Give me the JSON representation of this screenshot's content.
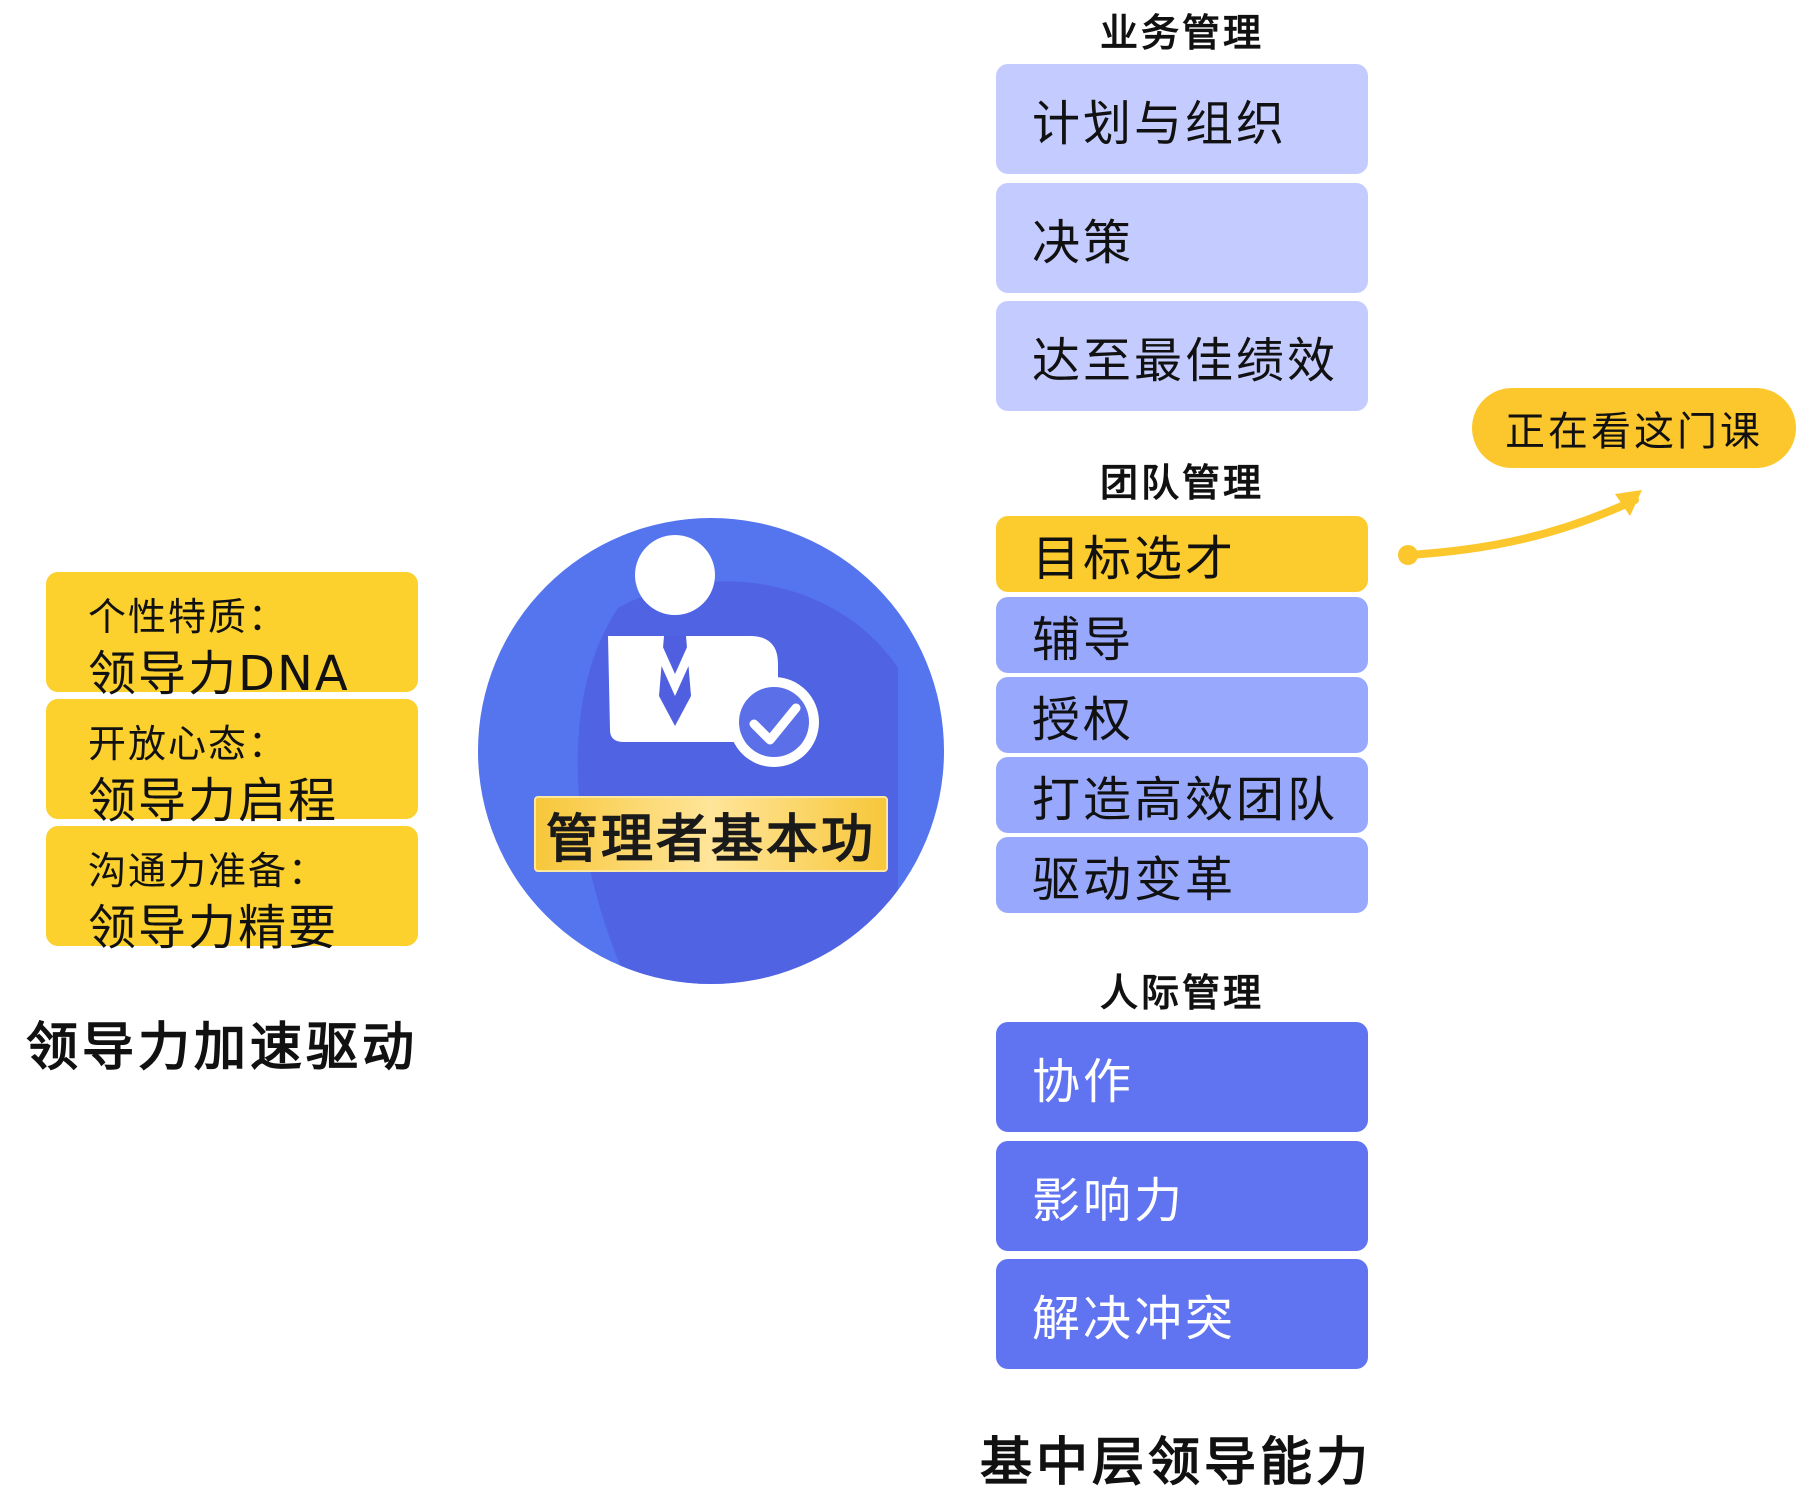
{
  "left_cards": [
    {
      "line1": "个性特质：",
      "line2": "领导力DNA"
    },
    {
      "line1": "开放心态：",
      "line2": "领导力启程"
    },
    {
      "line1": "沟通力准备：",
      "line2": "领导力精要"
    }
  ],
  "left_caption": "领导力加速驱动",
  "center_title": "管理者基本功",
  "groups": [
    {
      "title": "业务管理",
      "items": [
        "计划与组织",
        "决策",
        "达至最佳绩效"
      ]
    },
    {
      "title": "团队管理",
      "items": [
        "目标选才",
        "辅导",
        "授权",
        "打造高效团队",
        "驱动变革"
      ]
    },
    {
      "title": "人际管理",
      "items": [
        "协作",
        "影响力",
        "解决冲突"
      ]
    }
  ],
  "bubble_label": "正在看这门课",
  "right_caption": "基中层领导能力",
  "colors": {
    "yellow": "#fcd12e",
    "highlight": "#fccb2e",
    "light_blue": "#c3cbff",
    "mid_blue": "#98a8fd",
    "dark_blue": "#6074f1",
    "circle_blue": "#5475ee"
  },
  "icons": [
    "manager-person-icon",
    "check-icon"
  ]
}
